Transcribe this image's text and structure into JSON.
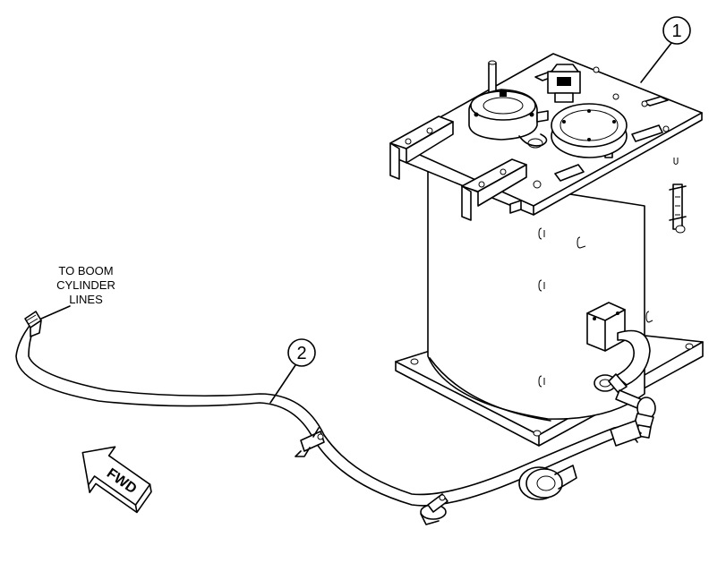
{
  "callouts": [
    {
      "id": "callout-1",
      "number": "1"
    },
    {
      "id": "callout-2",
      "number": "2"
    }
  ],
  "labels": {
    "boom_line_1": "TO BOOM",
    "boom_line_2": "CYLINDER",
    "boom_line_3": "LINES",
    "fwd_arrow": "FWD"
  }
}
